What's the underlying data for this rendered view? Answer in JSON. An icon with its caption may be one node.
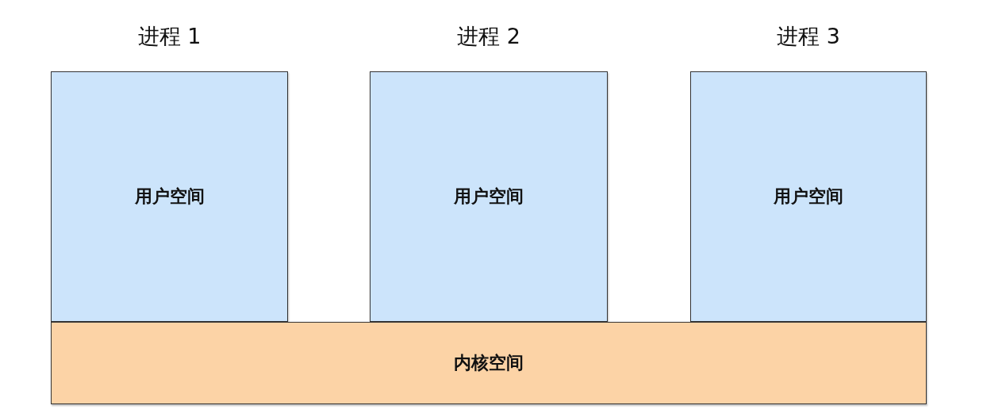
{
  "diagram": {
    "nodes": [
      {
        "text": [
          "进程 1",
          "用户空间"
        ]
      },
      {
        "text": [
          "进程 2",
          "用户空间"
        ]
      },
      {
        "text": [
          "进程 3",
          "用户空间"
        ]
      },
      {
        "text": [
          "内核空间"
        ]
      }
    ]
  }
}
